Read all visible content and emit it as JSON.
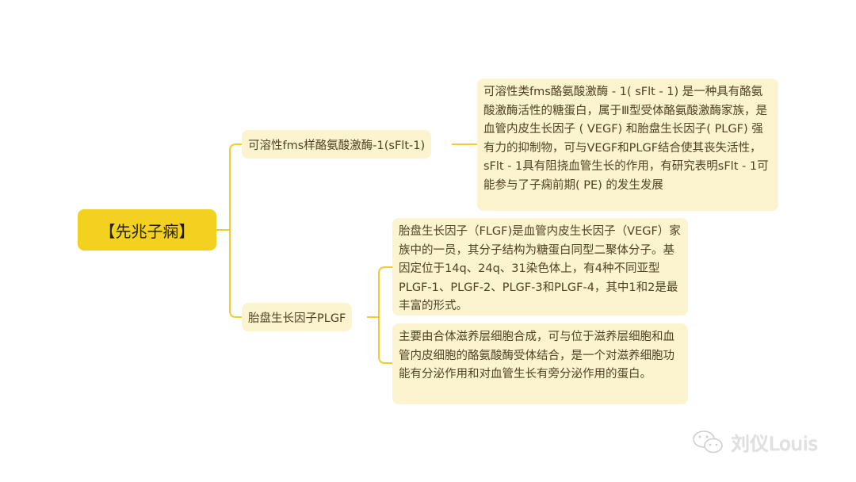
{
  "root": {
    "label": "【先兆子痫】"
  },
  "branches": [
    {
      "label": "可溶性fms样酪氨酸激酶-1(sFlt-1)",
      "details": [
        "可溶性类fms酪氨酸激酶 - 1( sFlt - 1) 是一种具有酪氨酸激酶活性的糖蛋白，属于Ⅲ型受体酪氨酸激酶家族，是血管内皮生长因子 ( VEGF) 和胎盘生长因子( PLGF) 强有力的抑制物，可与VEGF和PLGF结合使其丧失活性，sFlt - 1具有阻挠血管生长的作用，有研究表明sFlt - 1可能参与了子痫前期( PE) 的发生发展"
      ]
    },
    {
      "label": "胎盘生长因子PLGF",
      "details": [
        "胎盘生长因子（FLGF)是血管内皮生长因子（VEGF）家族中的一员，其分子结构为糖蛋白同型二聚体分子。基因定位于14q、24q、31染色体上，有4种不同亚型PLGF-1、PLGF-2、PLGF-3和PLGF-4，其中1和2是最丰富的形式。",
        "主要由合体滋养层细胞合成，可与位于滋养层细胞和血管内皮细胞的酪氨酸酶受体结合，是一个对滋养细胞功能有分泌作用和对血管生长有旁分泌作用的蛋白。"
      ]
    }
  ],
  "watermark": "刘仪Louis",
  "colors": {
    "root": "#f2d21f",
    "node": "#fcf3cf",
    "line": "#f2cc2a"
  }
}
